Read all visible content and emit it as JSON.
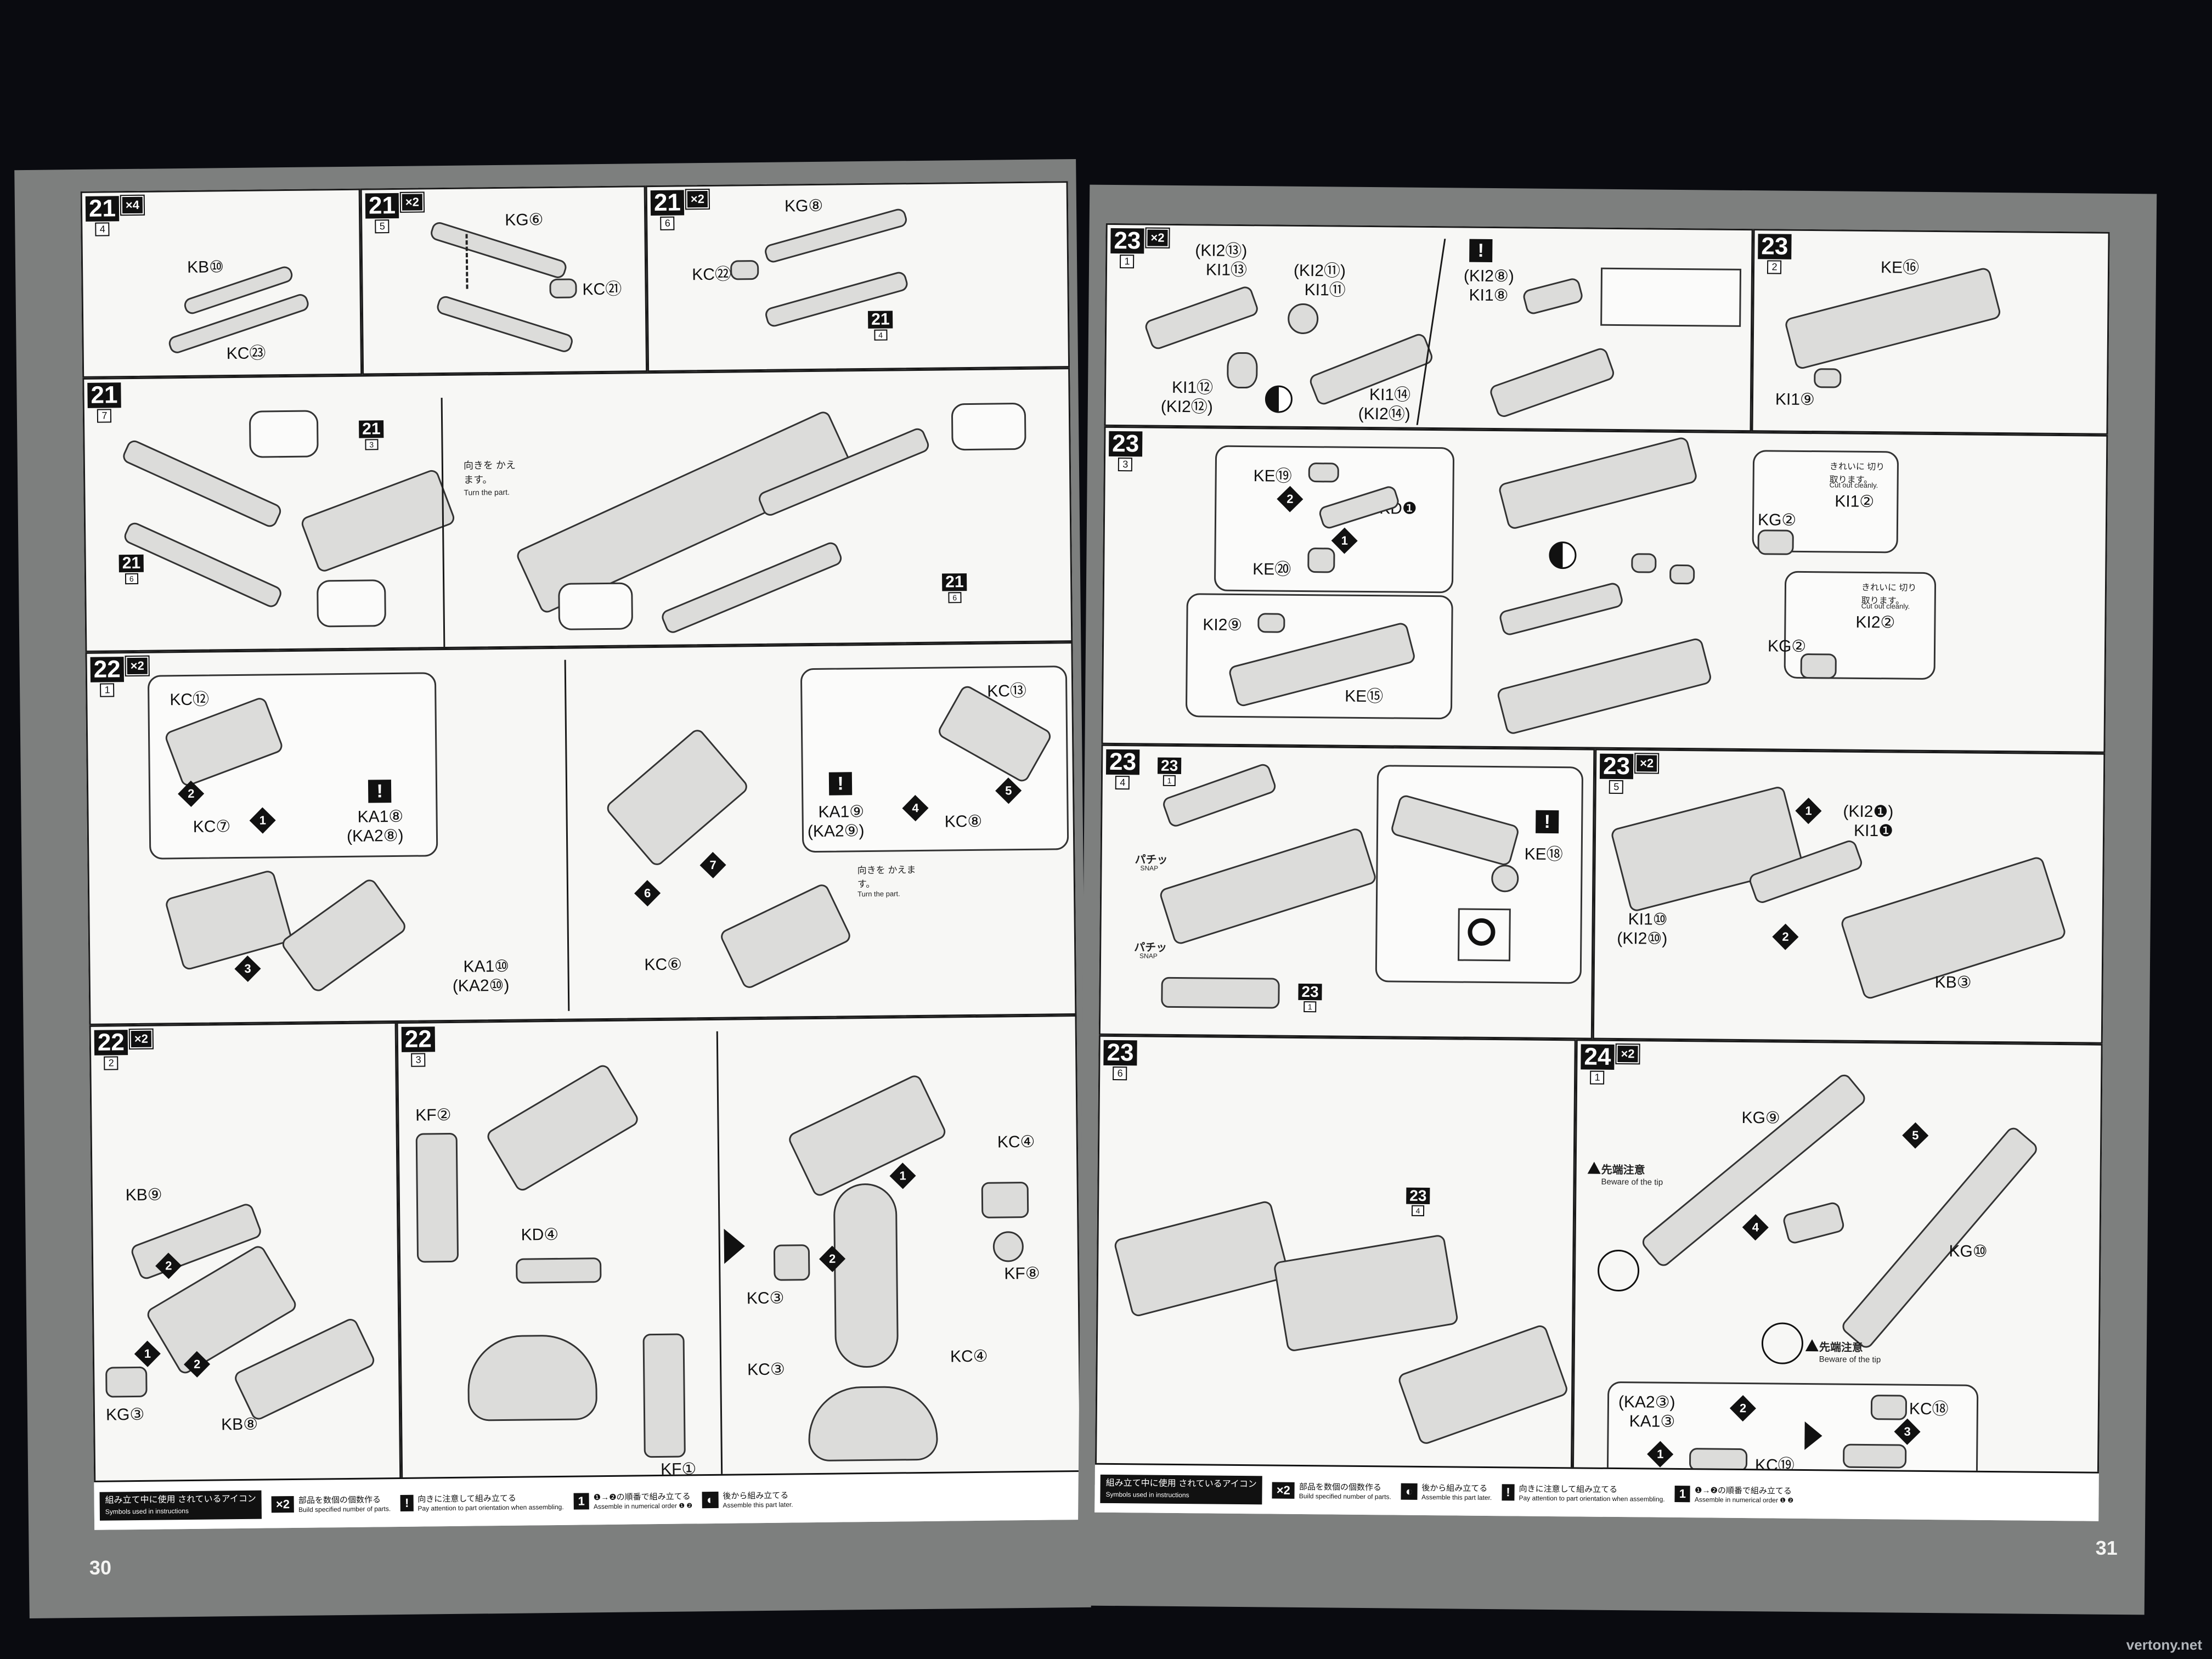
{
  "left_page": {
    "page_number": "30",
    "steps": {
      "s21_4": {
        "step": "21",
        "sub": "4",
        "mult": "×4",
        "labels": [
          "KB⑩",
          "KC㉓"
        ]
      },
      "s21_5": {
        "step": "21",
        "sub": "5",
        "mult": "×2",
        "labels": [
          "KG⑥",
          "KC㉑"
        ]
      },
      "s21_6": {
        "step": "21",
        "sub": "6",
        "mult": "×2",
        "labels": [
          "KG⑧",
          "KC㉒"
        ],
        "ref": "21",
        "ref_sub": "4"
      },
      "s21_7": {
        "step": "21",
        "sub": "7",
        "ref_a": "21",
        "ref_a_sub": "3",
        "ref_b": "21",
        "ref_b_sub": "6",
        "ref_c": "21",
        "ref_c_sub": "6",
        "turn_jp": "向きを かえます。",
        "turn_en": "Turn the part."
      },
      "s22_1": {
        "step": "22",
        "sub": "1",
        "mult": "×2",
        "labels": {
          "kc12": "KC⑫",
          "kc7": "KC⑦",
          "ka18": "KA1⑧",
          "ka28": "(KA2⑧)",
          "ka110": "KA1⑩",
          "ka210": "(KA2⑩)",
          "kc6": "KC⑥",
          "kc13": "KC⑬",
          "ka19": "KA1⑨",
          "ka29": "(KA2⑨)",
          "kc8": "KC⑧"
        },
        "turn_jp": "向きを かえます。",
        "turn_en": "Turn the part."
      },
      "s22_2": {
        "step": "22",
        "sub": "2",
        "mult": "×2",
        "labels": {
          "kb9": "KB⑨",
          "kg3": "KG③",
          "kb8": "KB⑧"
        }
      },
      "s22_3": {
        "step": "22",
        "sub": "3",
        "labels": {
          "kf2": "KF②",
          "kd4": "KD④",
          "kf1": "KF①",
          "kc4a": "KC④",
          "kf8": "KF⑧",
          "kc3a": "KC③",
          "kc3b": "KC③",
          "kc4b": "KC④"
        }
      }
    },
    "footer": {
      "title_jp": "組み立て中に使用 されているアイコン",
      "title_en": "Symbols used in instructions",
      "items": [
        {
          "icon": "×2",
          "jp": "部品を数個の個数作る",
          "en": "Build specified number of parts."
        },
        {
          "icon": "!",
          "jp": "向きに注意して組み立てる",
          "en": "Pay attention to part orientation when assembling."
        },
        {
          "icon": "1",
          "jp": "❶→❷の順番で組み立てる",
          "en": "Assemble in numerical order ❶ ❷"
        },
        {
          "icon": "◐",
          "jp": "後から組み立てる",
          "en": "Assemble this part later."
        }
      ]
    }
  },
  "right_page": {
    "page_number": "31",
    "steps": {
      "s23_1": {
        "step": "23",
        "sub": "1",
        "mult": "×2",
        "labels": {
          "ki213": "(KI2⑬)",
          "ki113": "KI1⑬",
          "ki211": "(KI2⑪)",
          "ki111": "KI1⑪",
          "ki112": "KI1⑫",
          "ki212": "(KI2⑫)",
          "ki114": "KI1⑭",
          "ki214": "(KI2⑭)",
          "ki28": "(KI2⑧)",
          "ki18": "KI1⑧"
        }
      },
      "s23_2": {
        "step": "23",
        "sub": "2",
        "labels": {
          "ke16": "KE⑯",
          "ki19": "KI1⑨"
        }
      },
      "s23_3": {
        "step": "23",
        "sub": "3",
        "labels": {
          "ke19": "KE⑲",
          "kd1": "KD❶",
          "ke20": "KE⑳",
          "ki29": "KI2⑨",
          "ke15": "KE⑮",
          "kg2a": "KG②",
          "ki12": "KI1②",
          "kg2b": "KG②",
          "ki22": "KI2②"
        },
        "clean_jp": "きれいに 切り取ります。",
        "clean_en": "Cut out cleanly."
      },
      "s23_4": {
        "step": "23",
        "sub": "4",
        "ref_top": "23",
        "ref_top_sub": "1",
        "ref_bottom": "23",
        "ref_bottom_sub": "1",
        "snap_jp": "パチッ",
        "snap_en": "SNAP",
        "labels": {
          "ke18": "KE⑱"
        }
      },
      "s23_5": {
        "step": "23",
        "sub": "5",
        "mult": "×2",
        "labels": {
          "ki21": "(KI2❶)",
          "ki11": "KI1❶",
          "ki110": "KI1⑩",
          "ki210": "(KI2⑩)",
          "kb3": "KB③"
        }
      },
      "s23_6": {
        "step": "23",
        "sub": "6",
        "ref": "23",
        "ref_sub": "4"
      },
      "s24_1": {
        "step": "24",
        "sub": "1",
        "mult": "×2",
        "labels": {
          "kg9": "KG⑨",
          "kg10": "KG⑩",
          "ka23": "(KA2③)",
          "ka13": "KA1③",
          "kc18": "KC⑱",
          "kc19": "KC⑲"
        },
        "beware_jp": "先端注意",
        "beware_en": "Beware of the tip"
      }
    },
    "footer": {
      "title_jp": "組み立て中に使用 されているアイコン",
      "title_en": "Symbols used in instructions",
      "items": [
        {
          "icon": "×2",
          "jp": "部品を数個の個数作る",
          "en": "Build specified number of parts."
        },
        {
          "icon": "◐",
          "jp": "後から組み立てる",
          "en": "Assemble this part later."
        },
        {
          "icon": "!",
          "jp": "向きに注意して組み立てる",
          "en": "Pay attention to part orientation when assembling."
        },
        {
          "icon": "1",
          "jp": "❶→❷の順番で組み立てる",
          "en": "Assemble in numerical order ❶ ❷"
        }
      ]
    },
    "watermark": "vertony.net"
  }
}
